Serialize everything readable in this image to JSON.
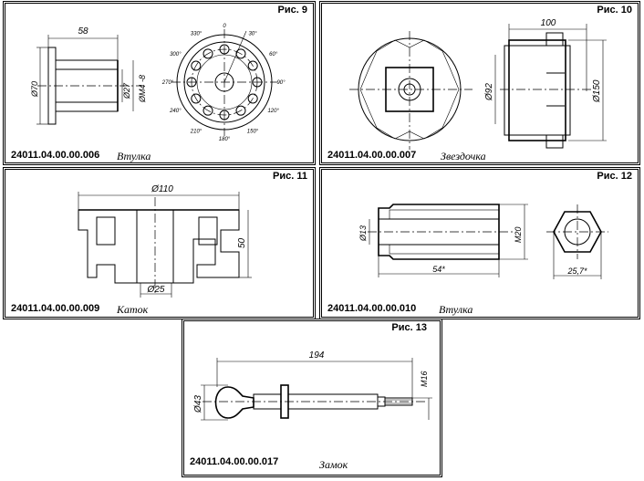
{
  "panels": [
    {
      "fig": "Рис. 9",
      "code": "24011.04.00.00.006",
      "name": "Втулка"
    },
    {
      "fig": "Рис. 10",
      "code": "24011.04.00.00.007",
      "name": "Звездочка"
    },
    {
      "fig": "Рис. 11",
      "code": "24011.04.00.00.009",
      "name": "Каток"
    },
    {
      "fig": "Рис. 12",
      "code": "24011.04.00.00.010",
      "name": "Втулка"
    },
    {
      "fig": "Рис. 13",
      "code": "24011.04.00.00.017",
      "name": "Замок"
    }
  ],
  "dims": {
    "p9": {
      "len": "58",
      "d70": "Ø70",
      "d27": "Ø27",
      "thread": "ØM4 -8",
      "angles": [
        "0",
        "30°",
        "60°",
        "90°",
        "120°",
        "150°",
        "180°",
        "210°",
        "240°",
        "270°",
        "300°",
        "330°"
      ]
    },
    "p10": {
      "len": "100",
      "d92": "Ø92",
      "d150": "Ø150"
    },
    "p11": {
      "d110": "Ø110",
      "h50": "50",
      "d25": "Ø25"
    },
    "p12": {
      "d13": "Ø13",
      "m20": "M20",
      "len": "54*",
      "hex": "25,7*"
    },
    "p13": {
      "len": "194",
      "m16": "M16",
      "d43": "Ø43"
    }
  },
  "colors": {
    "line": "#000000",
    "background": "#ffffff"
  }
}
